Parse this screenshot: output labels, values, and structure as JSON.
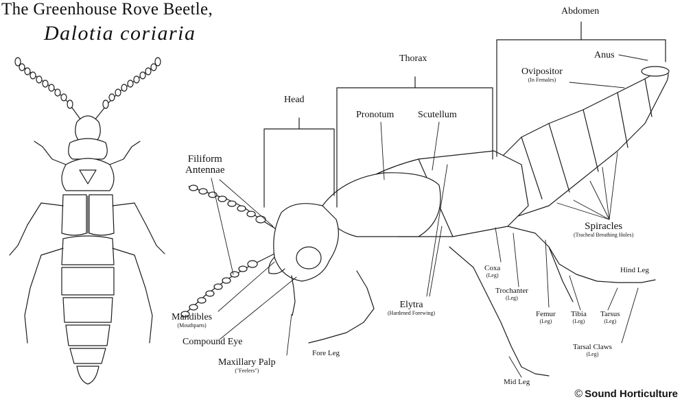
{
  "title": {
    "line1": "The Greenhouse Rove Beetle,",
    "line2": "Dalotia coriaria"
  },
  "credit": {
    "symbol": "©",
    "text": "Sound Horticulture"
  },
  "regions": {
    "head": "Head",
    "thorax": "Thorax",
    "abdomen": "Abdomen"
  },
  "labels": {
    "filiform": "Filiform",
    "antennae": "Antennae",
    "mandibles": "Mandibles",
    "mandibles_sub": "(Mouthparts)",
    "compound_eye": "Compound Eye",
    "maxillary_palp": "Maxillary Palp",
    "maxillary_palp_sub": "(\"Feelers\")",
    "fore_leg": "Fore Leg",
    "pronotum": "Pronotum",
    "scutellum": "Scutellum",
    "elytra": "Elytra",
    "elytra_sub": "(Hardened Forewing)",
    "anus": "Anus",
    "ovipositor": "Ovipositor",
    "ovipositor_sub": "(In Females)",
    "spiracles": "Spiracles",
    "spiracles_sub": "(Tracheal Breathing Holes)",
    "coxa": "Coxa",
    "coxa_sub": "(Leg)",
    "trochanter": "Trochanter",
    "trochanter_sub": "(Leg)",
    "femur": "Femur",
    "femur_sub": "(Leg)",
    "tibia": "Tibia",
    "tibia_sub": "(Leg)",
    "tarsus": "Tarsus",
    "tarsus_sub": "(Leg)",
    "hind_leg": "Hind Leg",
    "tarsal_claws": "Tarsal Claws",
    "tarsal_claws_sub": "(Leg)",
    "mid_leg": "Mid Leg"
  }
}
